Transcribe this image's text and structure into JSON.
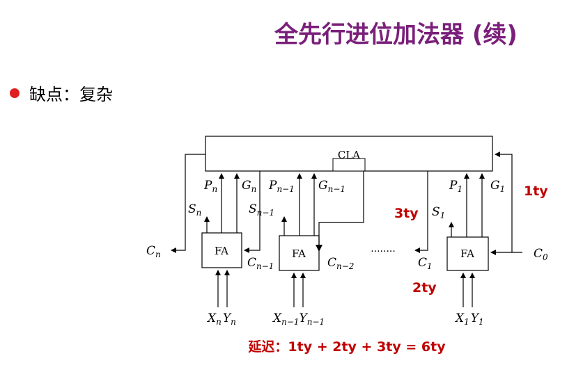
{
  "slide": {
    "title": "全先行进位加法器 (续)",
    "bullet": "缺点：复杂"
  },
  "diagram": {
    "cla_label": "CLA",
    "fa_label": "FA",
    "ellipsis": "········",
    "labels": {
      "pn": "P",
      "pn_sub": "n",
      "gn": "G",
      "gn_sub": "n",
      "pn1": "P",
      "pn1_sub": "n−1",
      "gn1": "G",
      "gn1_sub": "n−1",
      "p1": "P",
      "p1_sub": "1",
      "g1": "G",
      "g1_sub": "1",
      "sn": "S",
      "sn_sub": "n",
      "sn1": "S",
      "sn1_sub": "n−1",
      "s1": "S",
      "s1_sub": "1",
      "cn": "C",
      "cn_sub": "n",
      "cn1": "C",
      "cn1_sub": "n−1",
      "cn2": "C",
      "cn2_sub": "n−2",
      "c1": "C",
      "c1_sub": "1",
      "c0": "C",
      "c0_sub": "0",
      "xn": "X",
      "xn_sub": "n",
      "yn": "Y",
      "yn_sub": "n",
      "xn1": "X",
      "xn1_sub": "n−1",
      "yn1": "Y",
      "yn1_sub": "n−1",
      "x1": "X",
      "x1_sub": "1",
      "y1": "Y",
      "y1_sub": "1"
    },
    "delays": {
      "d1": "1ty",
      "d2": "2ty",
      "d3": "3ty"
    },
    "summary": "延迟：1ty + 2ty + 3ty = 6ty"
  },
  "colors": {
    "title": "#7a1f7a",
    "accent": "#c00000",
    "bullet": "#e02020"
  }
}
